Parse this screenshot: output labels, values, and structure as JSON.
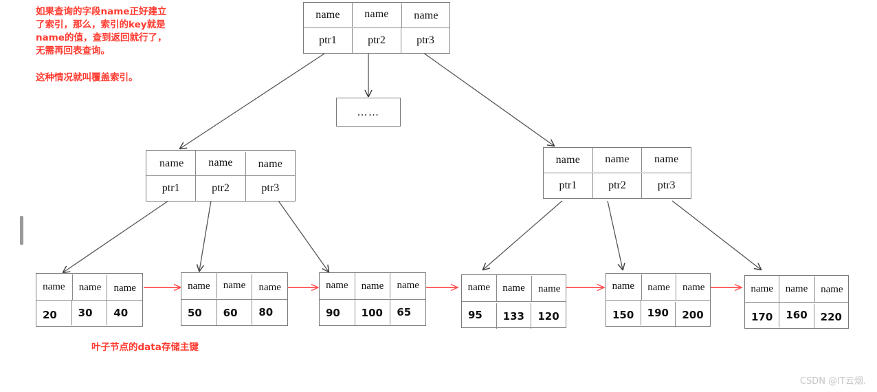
{
  "annotations": {
    "top_note": "如果查询的字段name正好建立\n了索引，那么，索引的key就是\nname的值，查到返回就行了，\n无需再回表查询。\n\n这种情况就叫覆盖索引。",
    "leaf_note": "叶子节点的data存储主键"
  },
  "watermark": "CSDN @IT云烟.",
  "colors": {
    "annotation_red": "#ff3b30",
    "leaf_link_red": "#ff4d4d",
    "node_border": "#7a7a7a",
    "edge_line": "#555555",
    "background": "#ffffff"
  },
  "tree": {
    "root": {
      "keys": [
        "name",
        "name",
        "name"
      ],
      "pointers": [
        "ptr1",
        "ptr2",
        "ptr3"
      ]
    },
    "middle_placeholder": {
      "text": "……"
    },
    "internal_left": {
      "keys": [
        "name",
        "name",
        "name"
      ],
      "pointers": [
        "ptr1",
        "ptr2",
        "ptr3"
      ]
    },
    "internal_right": {
      "keys": [
        "name",
        "name",
        "name"
      ],
      "pointers": [
        "ptr1",
        "ptr2",
        "ptr3"
      ]
    },
    "leaves": [
      {
        "keys": [
          "name",
          "name",
          "name"
        ],
        "values": [
          "20",
          "30",
          "40"
        ]
      },
      {
        "keys": [
          "name",
          "name",
          "name"
        ],
        "values": [
          "50",
          "60",
          "80"
        ]
      },
      {
        "keys": [
          "name",
          "name",
          "name"
        ],
        "values": [
          "90",
          "100",
          "65"
        ]
      },
      {
        "keys": [
          "name",
          "name",
          "name"
        ],
        "values": [
          "95",
          "133",
          "120"
        ]
      },
      {
        "keys": [
          "name",
          "name",
          "name"
        ],
        "values": [
          "150",
          "190",
          "200"
        ]
      },
      {
        "keys": [
          "name",
          "name",
          "name"
        ],
        "values": [
          "170",
          "160",
          "220"
        ]
      }
    ]
  }
}
